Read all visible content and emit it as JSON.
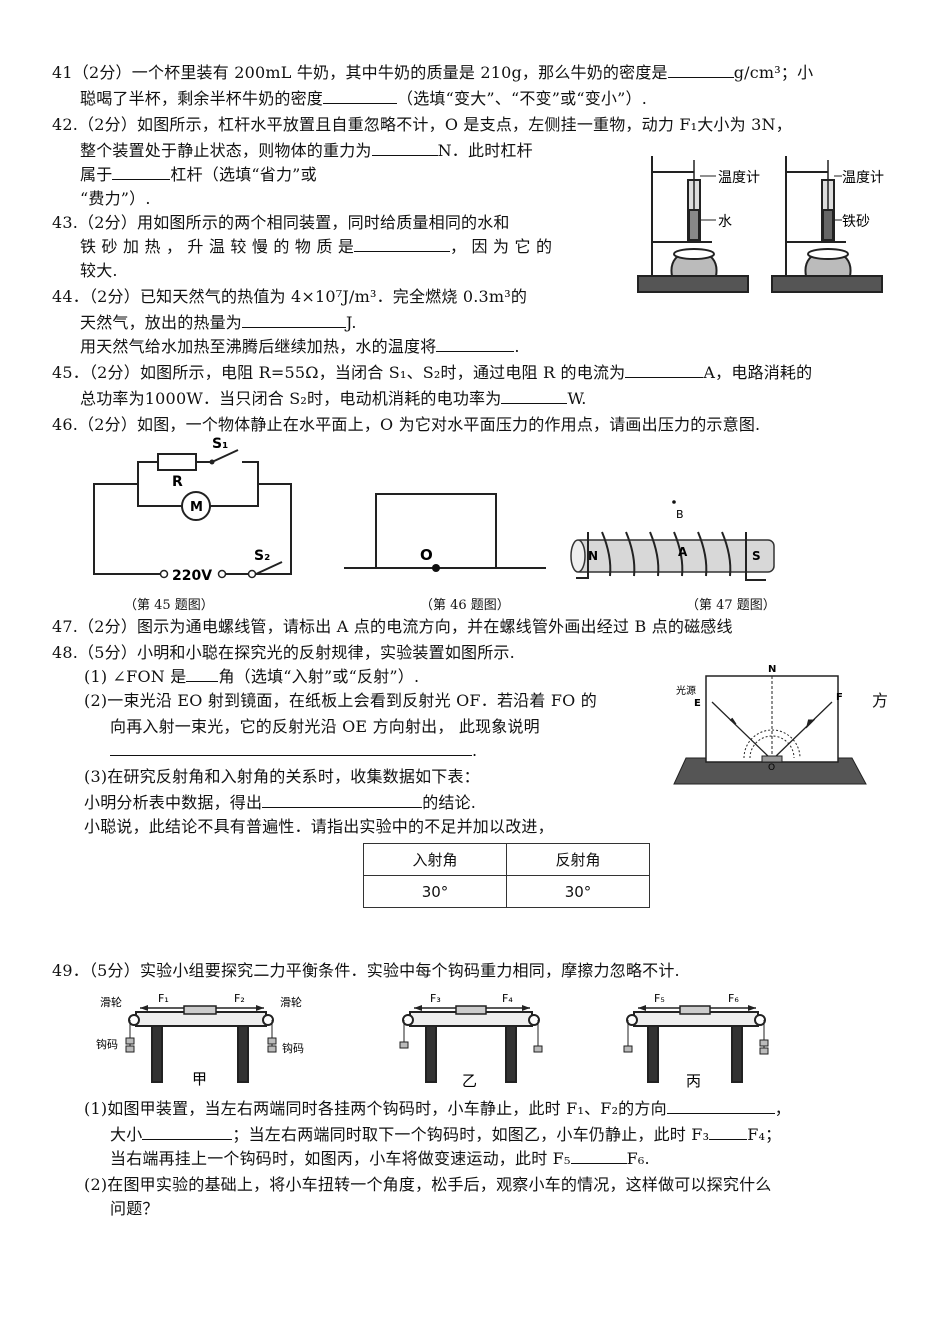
{
  "q41": {
    "l1a": "41（2分）一个杯里装有 200mL 牛奶，其中牛奶的质量是 210g，那么牛奶的密度是",
    "l1b": "g/cm³；小",
    "l2a": "聪喝了半杯，剩余半杯牛奶的密度",
    "l2b": "（选填“变大”、“不变”或“变小”）."
  },
  "q42": {
    "l1": "42.（2分）如图所示，杠杆水平放置且自重忽略不计，O 是支点，左侧挂一重物，动力 F₁大小为 3N，",
    "l2a": "整个装置处于静止状态，则物体的重力为",
    "l2b": "N．此时杠杆",
    "l3a": "属于",
    "l3b": "杠杆（选填“省力”或",
    "l4": "“费力”）."
  },
  "q43": {
    "l1": "43.（2分）用如图所示的两个相同装置，同时给质量相同的水和",
    "l2a": "铁 砂 加 热 ， 升 温 较 慢 的 物 质 是",
    "l2b": "， 因 为 它 的",
    "l3": "较大."
  },
  "q44": {
    "l1": "44．（2分）已知天然气的热值为 4×10⁷J/m³．完全燃烧 0.3m³的",
    "l2a": "天然气，放出的热量为",
    "l2b": "J.",
    "l3a": "用天然气给水加热至沸腾后继续加热，水的温度将",
    "l3b": "."
  },
  "q45": {
    "l1a": "45．（2分）如图所示，电阻 R=55Ω，当闭合 S₁、S₂时，通过电阻 R 的电流为",
    "l1b": "A，电路消耗的",
    "l2a": "总功率为1000W．当只闭合 S₂时，电动机消耗的电功率为",
    "l2b": "W."
  },
  "q46": {
    "l1": "46.（2分）如图，一个物体静止在水平面上，O 为它对水平面压力的作用点，请画出压力的示意图."
  },
  "thermo": {
    "label1": "温度计",
    "label2": "温度计",
    "water": "水",
    "iron": "铁砂"
  },
  "circuit": {
    "s1": "S₁",
    "r": "R",
    "m": "M",
    "s2": "S₂",
    "v": "220V"
  },
  "fig46": {
    "o": "O"
  },
  "fig47": {
    "b": "B",
    "n": "N",
    "a": "A",
    "s": "S"
  },
  "captions": {
    "c45": "（第 45 题图）",
    "c46": "（第 46 题图）",
    "c47": "（第 47 题图）"
  },
  "q47": {
    "l1": "47.（2分）图示为通电螺线管，请标出 A 点的电流方向，并在螺线管外画出经过 B 点的磁感线"
  },
  "q48": {
    "l1": "48.（5分）小明和小聪在探究光的反射规律，实验装置如图所示.",
    "l2a": "(1) ∠FON 是",
    "l2b": "角（选填“入射”或“反射”）.",
    "l3": "(2)一束光沿 EO 射到镜面，在纸板上会看到反射光 OF．若沿着 FO 的",
    "l3tail": "方",
    "l4": "向再入射一束光，它的反射光沿 OE 方向射出，  此现象说明",
    "l5b": ".",
    "l6": "(3)在研究反射角和入射角的关系时，收集数据如下表：",
    "l7a": "小明分析表中数据，得出",
    "l7b": "的结论.",
    "l8": "小聪说，此结论不具有普遍性．请指出实验中的不足并加以改进，",
    "fig": {
      "n": "N",
      "source": "光源",
      "e": "E",
      "f": "F",
      "o": "O"
    },
    "table": {
      "headers": [
        "入射角",
        "反射角"
      ],
      "rows": [
        [
          "30°",
          "30°"
        ]
      ]
    }
  },
  "q49": {
    "l1": "49．（5分）实验小组要探究二力平衡条件．实验中每个钩码重力相同，摩擦力忽略不计.",
    "fig": {
      "pulley_l": "滑轮",
      "pulley_r": "滑轮",
      "weight_l": "钩码",
      "weight_r": "钩码",
      "f1": "F₁",
      "f2": "F₂",
      "f3": "F₃",
      "f4": "F₄",
      "f5": "F₅",
      "f6": "F₆",
      "jia": "甲",
      "yi": "乙",
      "bing": "丙"
    },
    "l2a": "(1)如图甲装置，当左右两端同时各挂两个钩码时，小车静止，此时 F₁、F₂的方向",
    "l2b": "，",
    "l3a": "大小",
    "l3b": "；当左右两端同时取下一个钩码时，如图乙，小车仍静止，此时 F₃",
    "l3c": "F₄；",
    "l4a": "当右端再挂上一个钩码时，如图丙，小车将做变速运动，此时 F₅",
    "l4b": "F₆.",
    "l5": "(2)在图甲实验的基础上，将小车扭转一个角度，松手后，观察小车的情况，这样做可以探究什么",
    "l6": "问题？"
  }
}
